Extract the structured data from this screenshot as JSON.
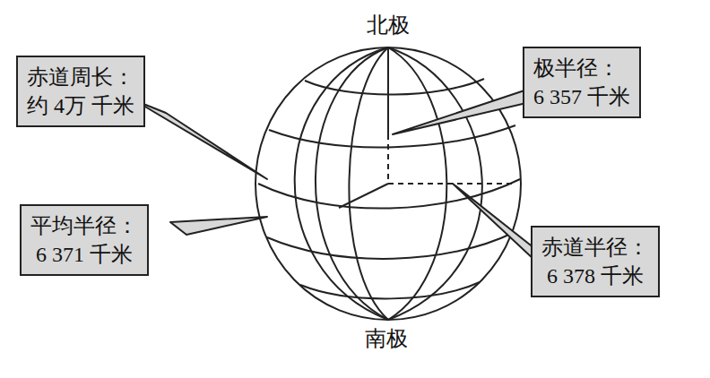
{
  "diagram": {
    "nodes": [
      {
        "text": [
          "赤道周长：",
          "约 4万 千米"
        ]
      },
      {
        "text": [
          "极半径：",
          "6 357 千米"
        ]
      },
      {
        "text": [
          "平均半径：",
          "6 371 千米"
        ]
      },
      {
        "text": [
          "赤道半径：",
          "6 378 千米"
        ]
      }
    ],
    "labels": [
      "北极",
      "南极"
    ]
  }
}
